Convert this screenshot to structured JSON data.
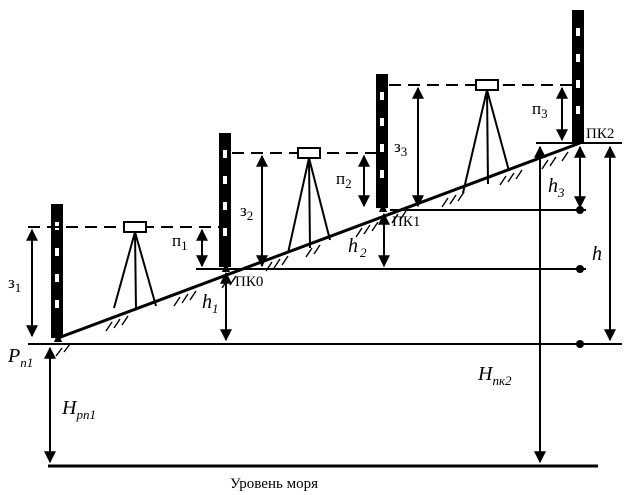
{
  "labels": {
    "z1": "з",
    "z1_sub": "1",
    "z2": "з",
    "z2_sub": "2",
    "z3": "з",
    "z3_sub": "3",
    "p1": "п",
    "p1_sub": "1",
    "p2": "п",
    "p2_sub": "2",
    "p3": "п",
    "p3_sub": "3",
    "pk0": "ПК0",
    "pk1": "ПК1",
    "pk2": "ПК2",
    "h1": "h",
    "h1_sub": "1",
    "h2": "h",
    "h2_sub": "2",
    "h3": "h",
    "h3_sub": "3",
    "h": "h",
    "rp1": "P",
    "rp1_sub": "n1",
    "hrp1": "H",
    "hrp1_sub": "pn1",
    "hpk2": "H",
    "hpk2_sub": "пк2",
    "sea_level": "Уровень моря"
  }
}
